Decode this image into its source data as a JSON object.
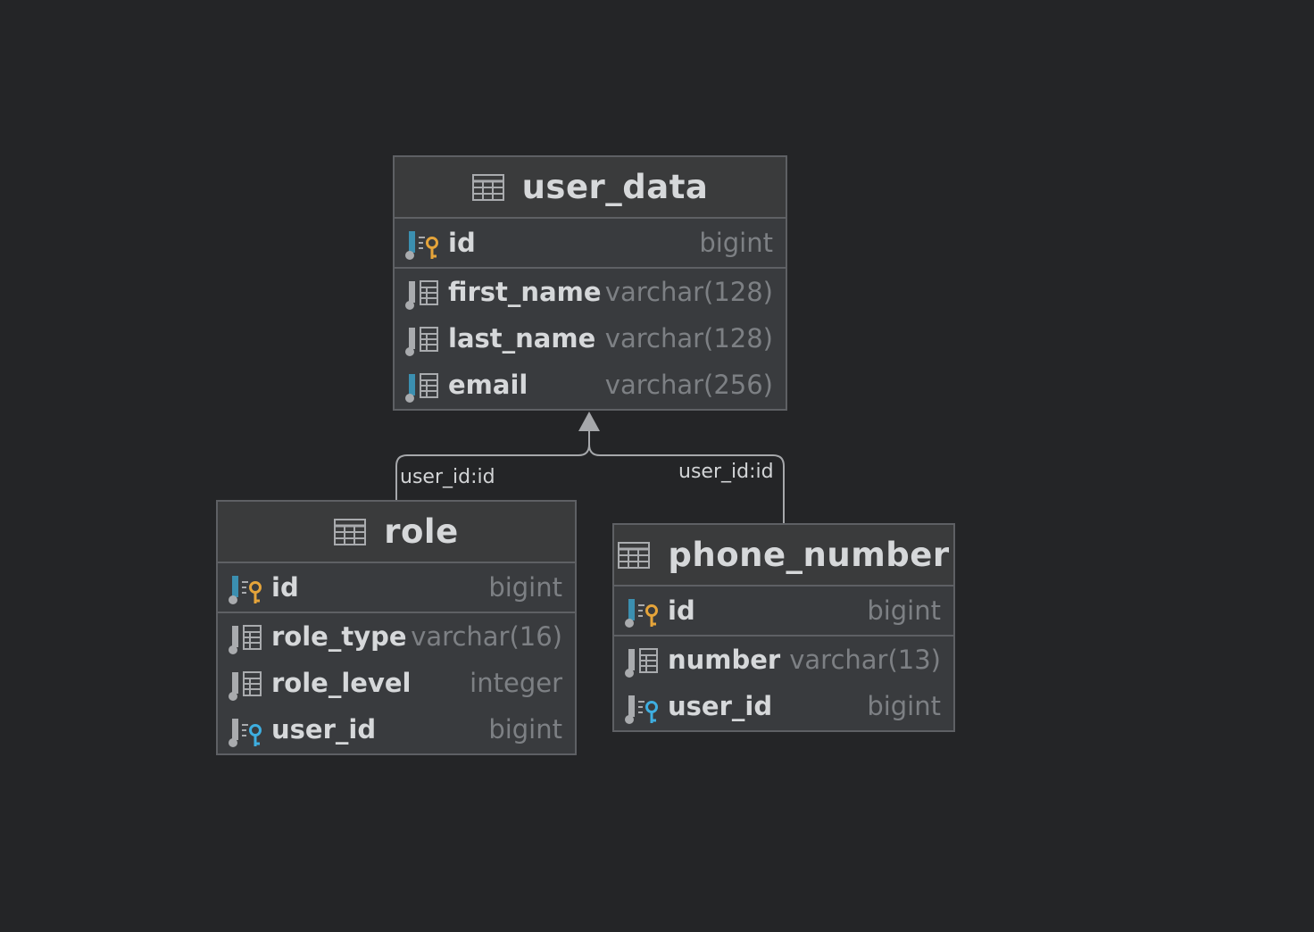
{
  "tables": {
    "user_data": {
      "name": "user_data",
      "columns": [
        {
          "name": "id",
          "type": "bigint",
          "icon": "primary-key-column-icon"
        },
        {
          "name": "first_name",
          "type": "varchar(128)",
          "icon": "column-icon"
        },
        {
          "name": "last_name",
          "type": "varchar(128)",
          "icon": "column-icon"
        },
        {
          "name": "email",
          "type": "varchar(256)",
          "icon": "column-icon"
        }
      ]
    },
    "role": {
      "name": "role",
      "columns": [
        {
          "name": "id",
          "type": "bigint",
          "icon": "primary-key-column-icon"
        },
        {
          "name": "role_type",
          "type": "varchar(16)",
          "icon": "column-icon"
        },
        {
          "name": "role_level",
          "type": "integer",
          "icon": "column-icon"
        },
        {
          "name": "user_id",
          "type": "bigint",
          "icon": "foreign-key-column-icon"
        }
      ]
    },
    "phone_number": {
      "name": "phone_number",
      "columns": [
        {
          "name": "id",
          "type": "bigint",
          "icon": "primary-key-column-icon"
        },
        {
          "name": "number",
          "type": "varchar(13)",
          "icon": "column-icon"
        },
        {
          "name": "user_id",
          "type": "bigint",
          "icon": "foreign-key-column-icon"
        }
      ]
    }
  },
  "relations": {
    "role_to_user": {
      "label": "user_id:id"
    },
    "phone_to_user": {
      "label": "user_id:id"
    }
  },
  "colors": {
    "background": "#242527",
    "table_body": "#393b3e",
    "border": "#5e6064",
    "name_text": "#d6d8da",
    "type_text": "#7d8084",
    "pk_key": "#e5a43a",
    "fk_key": "#3eaee0",
    "column_bar": "#3b8fb0"
  }
}
